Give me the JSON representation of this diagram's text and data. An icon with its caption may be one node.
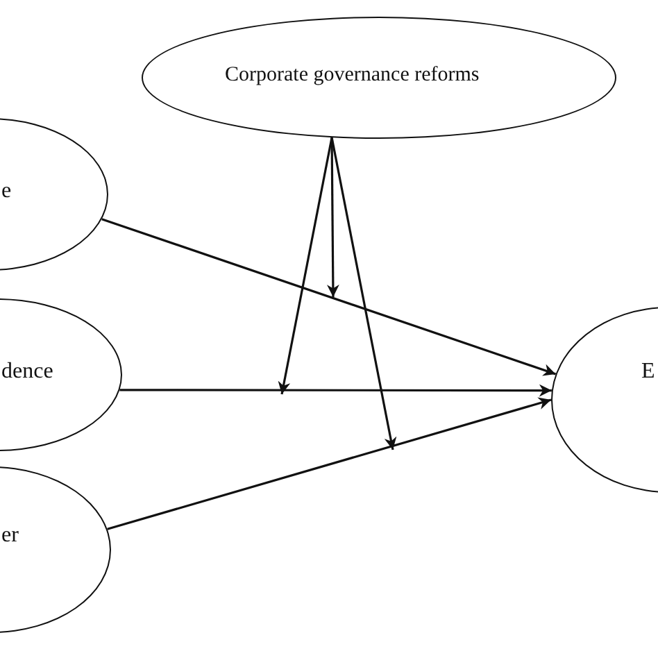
{
  "diagram": {
    "nodes": [
      {
        "text": [
          "Corporate governance reforms"
        ]
      },
      {
        "text": [
          "e"
        ]
      },
      {
        "text": [
          "dence"
        ]
      },
      {
        "text": [
          "er"
        ]
      },
      {
        "text": [
          "E"
        ]
      }
    ],
    "edges": [
      {
        "from": 1,
        "to": 4,
        "arrow": "to"
      },
      {
        "from": 2,
        "to": 4,
        "arrow": "to"
      },
      {
        "from": 3,
        "to": 4,
        "arrow": "to"
      },
      {
        "from": 0,
        "to": null,
        "arrow": "to"
      },
      {
        "from": 0,
        "to": null,
        "arrow": "to"
      },
      {
        "from": 0,
        "to": null,
        "arrow": "to"
      }
    ]
  }
}
